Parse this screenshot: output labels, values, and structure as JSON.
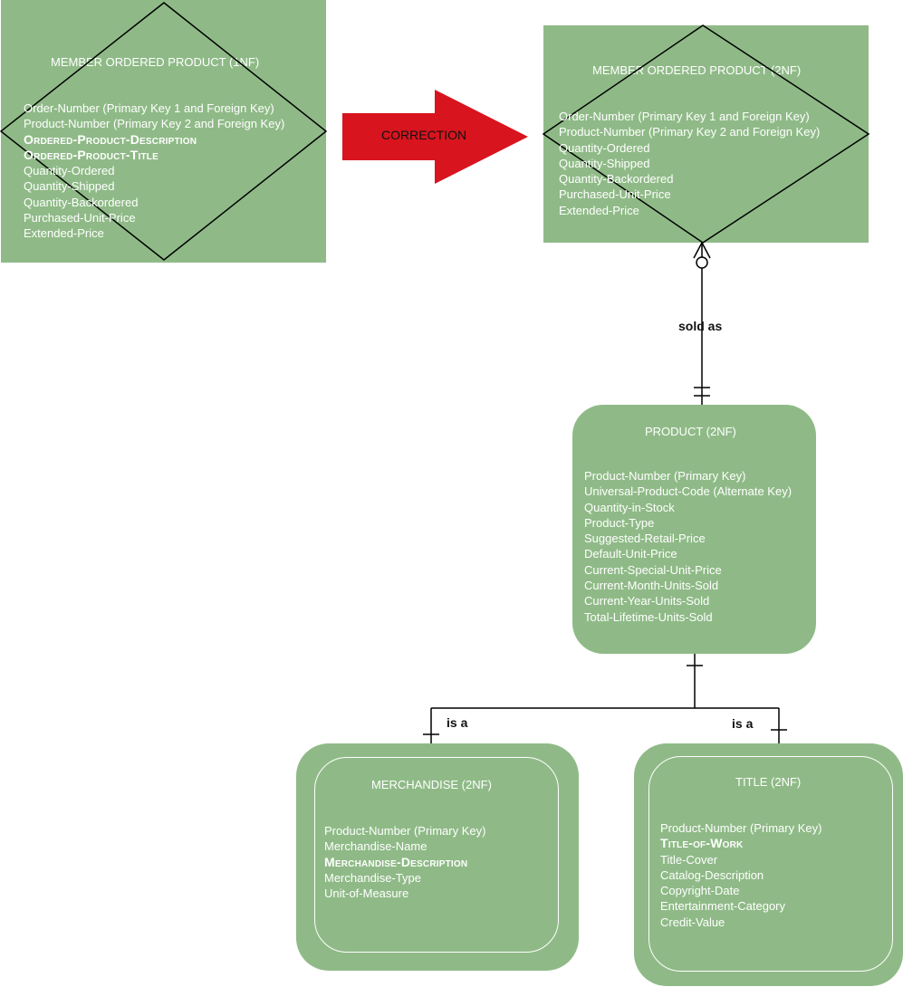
{
  "entities": {
    "member_1nf": {
      "title": "MEMBER ORDERED PRODUCT (1NF)",
      "attributes": [
        {
          "text": "Order-Number (Primary Key 1 and Foreign Key)",
          "emphasis": false
        },
        {
          "text": "Product-Number (Primary Key 2 and Foreign Key)",
          "emphasis": false
        },
        {
          "text": "Ordered-Product-Description",
          "emphasis": true
        },
        {
          "text": "Ordered-Product-Title",
          "emphasis": true
        },
        {
          "text": "Quantity-Ordered",
          "emphasis": false
        },
        {
          "text": "Quantity-Shipped",
          "emphasis": false
        },
        {
          "text": "Quantity-Backordered",
          "emphasis": false
        },
        {
          "text": "Purchased-Unit-Price",
          "emphasis": false
        },
        {
          "text": "Extended-Price",
          "emphasis": false
        }
      ]
    },
    "member_2nf": {
      "title": "MEMBER ORDERED PRODUCT (2NF)",
      "attributes": [
        {
          "text": "Order-Number (Primary Key 1 and Foreign Key)",
          "emphasis": false
        },
        {
          "text": "Product-Number (Primary Key 2 and Foreign Key)",
          "emphasis": false
        },
        {
          "text": "Quantity-Ordered",
          "emphasis": false
        },
        {
          "text": "Quantity-Shipped",
          "emphasis": false
        },
        {
          "text": "Quantity-Backordered",
          "emphasis": false
        },
        {
          "text": "Purchased-Unit-Price",
          "emphasis": false
        },
        {
          "text": "Extended-Price",
          "emphasis": false
        }
      ]
    },
    "product": {
      "title": "PRODUCT (2NF)",
      "attributes": [
        {
          "text": "Product-Number (Primary Key)",
          "emphasis": false
        },
        {
          "text": "Universal-Product-Code (Alternate Key)",
          "emphasis": false
        },
        {
          "text": "Quantity-in-Stock",
          "emphasis": false
        },
        {
          "text": "Product-Type",
          "emphasis": false
        },
        {
          "text": "Suggested-Retail-Price",
          "emphasis": false
        },
        {
          "text": "Default-Unit-Price",
          "emphasis": false
        },
        {
          "text": "Current-Special-Unit-Price",
          "emphasis": false
        },
        {
          "text": "Current-Month-Units-Sold",
          "emphasis": false
        },
        {
          "text": "Current-Year-Units-Sold",
          "emphasis": false
        },
        {
          "text": "Total-Lifetime-Units-Sold",
          "emphasis": false
        }
      ]
    },
    "merchandise": {
      "title": "MERCHANDISE (2NF)",
      "attributes": [
        {
          "text": "Product-Number (Primary Key)",
          "emphasis": false
        },
        {
          "text": "Merchandise-Name",
          "emphasis": false
        },
        {
          "text": "Merchandise-Description",
          "emphasis": true
        },
        {
          "text": "Merchandise-Type",
          "emphasis": false
        },
        {
          "text": "Unit-of-Measure",
          "emphasis": false
        }
      ]
    },
    "title_entity": {
      "title": "TITLE (2NF)",
      "attributes": [
        {
          "text": "Product-Number (Primary Key)",
          "emphasis": false
        },
        {
          "text": "Title-of-Work",
          "emphasis": true
        },
        {
          "text": "Title-Cover",
          "emphasis": false
        },
        {
          "text": "Catalog-Description",
          "emphasis": false
        },
        {
          "text": "Copyright-Date",
          "emphasis": false
        },
        {
          "text": "Entertainment-Category",
          "emphasis": false
        },
        {
          "text": "Credit-Value",
          "emphasis": false
        }
      ]
    }
  },
  "arrow": {
    "label": "CORRECTION",
    "color": "#d8141e"
  },
  "relationships": {
    "sold_as": "sold as",
    "is_a_left": "is a",
    "is_a_right": "is a"
  },
  "colors": {
    "entity_fill": "#8fba87",
    "text": "#ffffff",
    "line": "#000000"
  }
}
